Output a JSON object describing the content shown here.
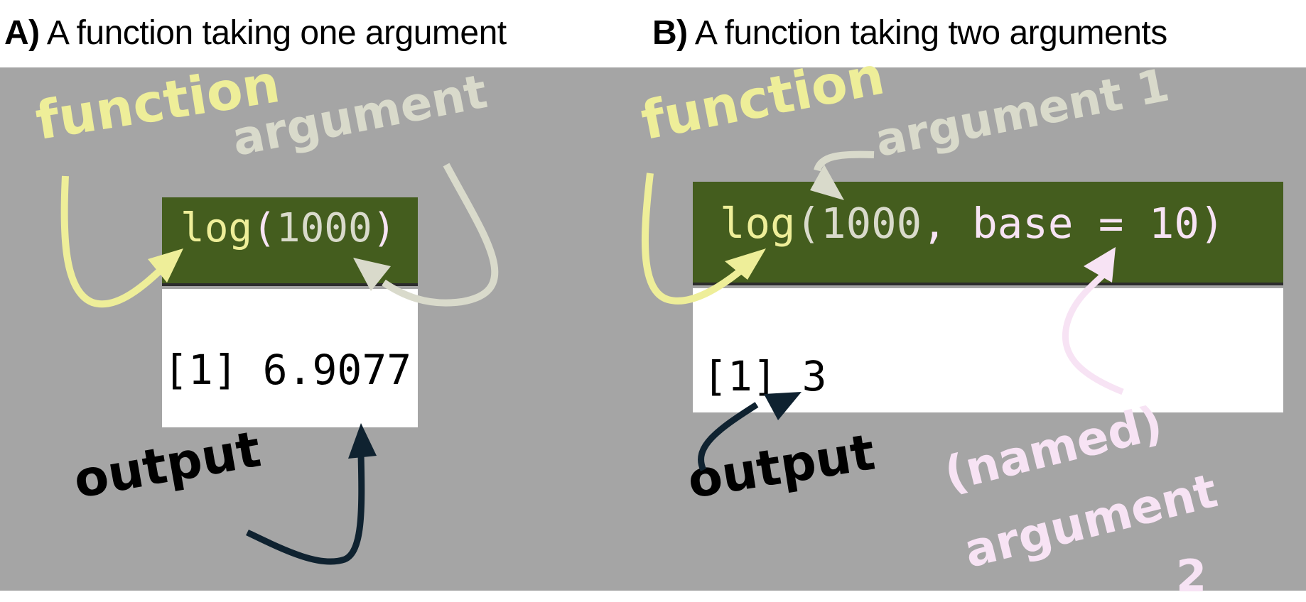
{
  "panels": [
    {
      "id": "A",
      "label": "A)",
      "title": "A function taking one argument",
      "code": {
        "function_name": "log",
        "open_paren": "(",
        "argument": "1000",
        "close_paren": ")"
      },
      "output": "[1] 6.9077",
      "annotations": {
        "function": "function",
        "argument": "argument",
        "output": "output"
      }
    },
    {
      "id": "B",
      "label": "B)",
      "title": "A function taking two arguments",
      "code": {
        "function_name": "log",
        "open_paren": "(",
        "argument1": "1000",
        "separator": ", ",
        "argument2": "base = 10",
        "close_paren": ")"
      },
      "output": "[1] 3",
      "annotations": {
        "function": "function",
        "argument1": "argument 1",
        "output": "output",
        "argument2_line1": "(named)",
        "argument2_line2": "argument",
        "argument2_line3": "2"
      }
    }
  ],
  "colors": {
    "background": "#a5a5a5",
    "code_input_bg": "#445d1e",
    "code_output_bg": "#ffffff",
    "function_color": "#eeee99",
    "argument1_color": "#d9dacb",
    "named_argument_color": "#f7e3f4",
    "output_arrow_color": "#0f2230"
  }
}
